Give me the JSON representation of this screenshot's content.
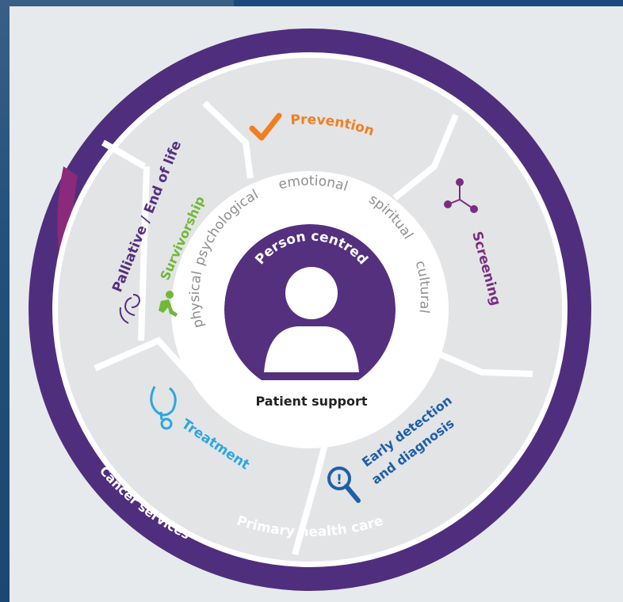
{
  "center": {
    "title": "Person centred",
    "subtitle": "Patient support"
  },
  "aspects": [
    "physical",
    "psychological",
    "emotional",
    "spiritual",
    "cultural"
  ],
  "segments": [
    {
      "id": "prevention",
      "label": "Prevention",
      "color": "#f07f21",
      "icon": "checkmark-icon"
    },
    {
      "id": "screening",
      "label": "Screening",
      "color": "#7b2d83",
      "icon": "molecule-icon"
    },
    {
      "id": "early",
      "label_line1": "Early detection",
      "label_line2": "and diagnosis",
      "color": "#1e5fa8",
      "icon": "magnifier-alert-icon"
    },
    {
      "id": "treatment",
      "label": "Treatment",
      "color": "#2aa7df",
      "icon": "stethoscope-icon"
    },
    {
      "id": "palliative",
      "label": "Palliative / End of life",
      "color": "#55307f",
      "icon": "caring-hands-icon"
    },
    {
      "id": "survivorship",
      "label": "Survivorship",
      "color": "#71b836",
      "icon": "runner-icon"
    }
  ],
  "rings": {
    "cancer_services": "Cancer services",
    "primary_health_care": "Primary health care"
  },
  "colors": {
    "outer_ring": "#4f2e7e",
    "cancer_arc": "#7e2c78",
    "center_fill": "#55307f",
    "segment_fill": "#e3e4e6",
    "aspect_text": "#8e8e8e"
  }
}
